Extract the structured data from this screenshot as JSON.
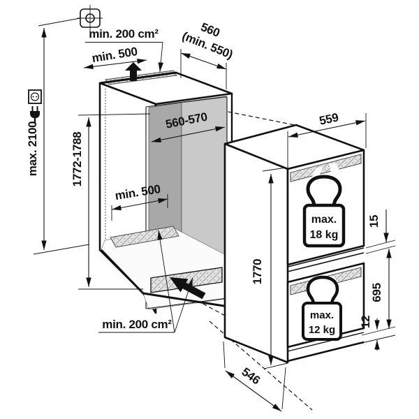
{
  "diagram": {
    "kind": "built-in refrigerator installation drawing",
    "colors": {
      "line": "#111111",
      "niche_back_wall": "#a8a8a8",
      "niche_side_wall": "#c9c9c9",
      "vent_hatch_bg": "#e3e3e3",
      "vent_hatch_line": "#8f8f8f",
      "background": "#ffffff"
    },
    "icons": [
      "ceiling-fixing-icon",
      "power-socket-icon",
      "power-plug-icon",
      "airflow-up-arrow",
      "airflow-base-arrow"
    ],
    "niche": {
      "top_vent_area": "min. 200 cm²",
      "top_depth": "min. 500",
      "depth": "560",
      "depth_min": "(min. 550)",
      "interior_width": "560-570",
      "interior_height": "1772-1788",
      "max_height": "max. 2100",
      "base_depth": "min. 500",
      "base_vent_area": "min. 200 cm²"
    },
    "appliance": {
      "width": "559",
      "height": "1770",
      "depth": "546",
      "door_gap_top": "15",
      "lower_door_height": "695",
      "bottom_gap": "12",
      "upper_door_load": {
        "prefix": "max.",
        "value": "18 kg"
      },
      "lower_door_load": {
        "prefix": "max.",
        "value": "12 kg"
      }
    }
  }
}
